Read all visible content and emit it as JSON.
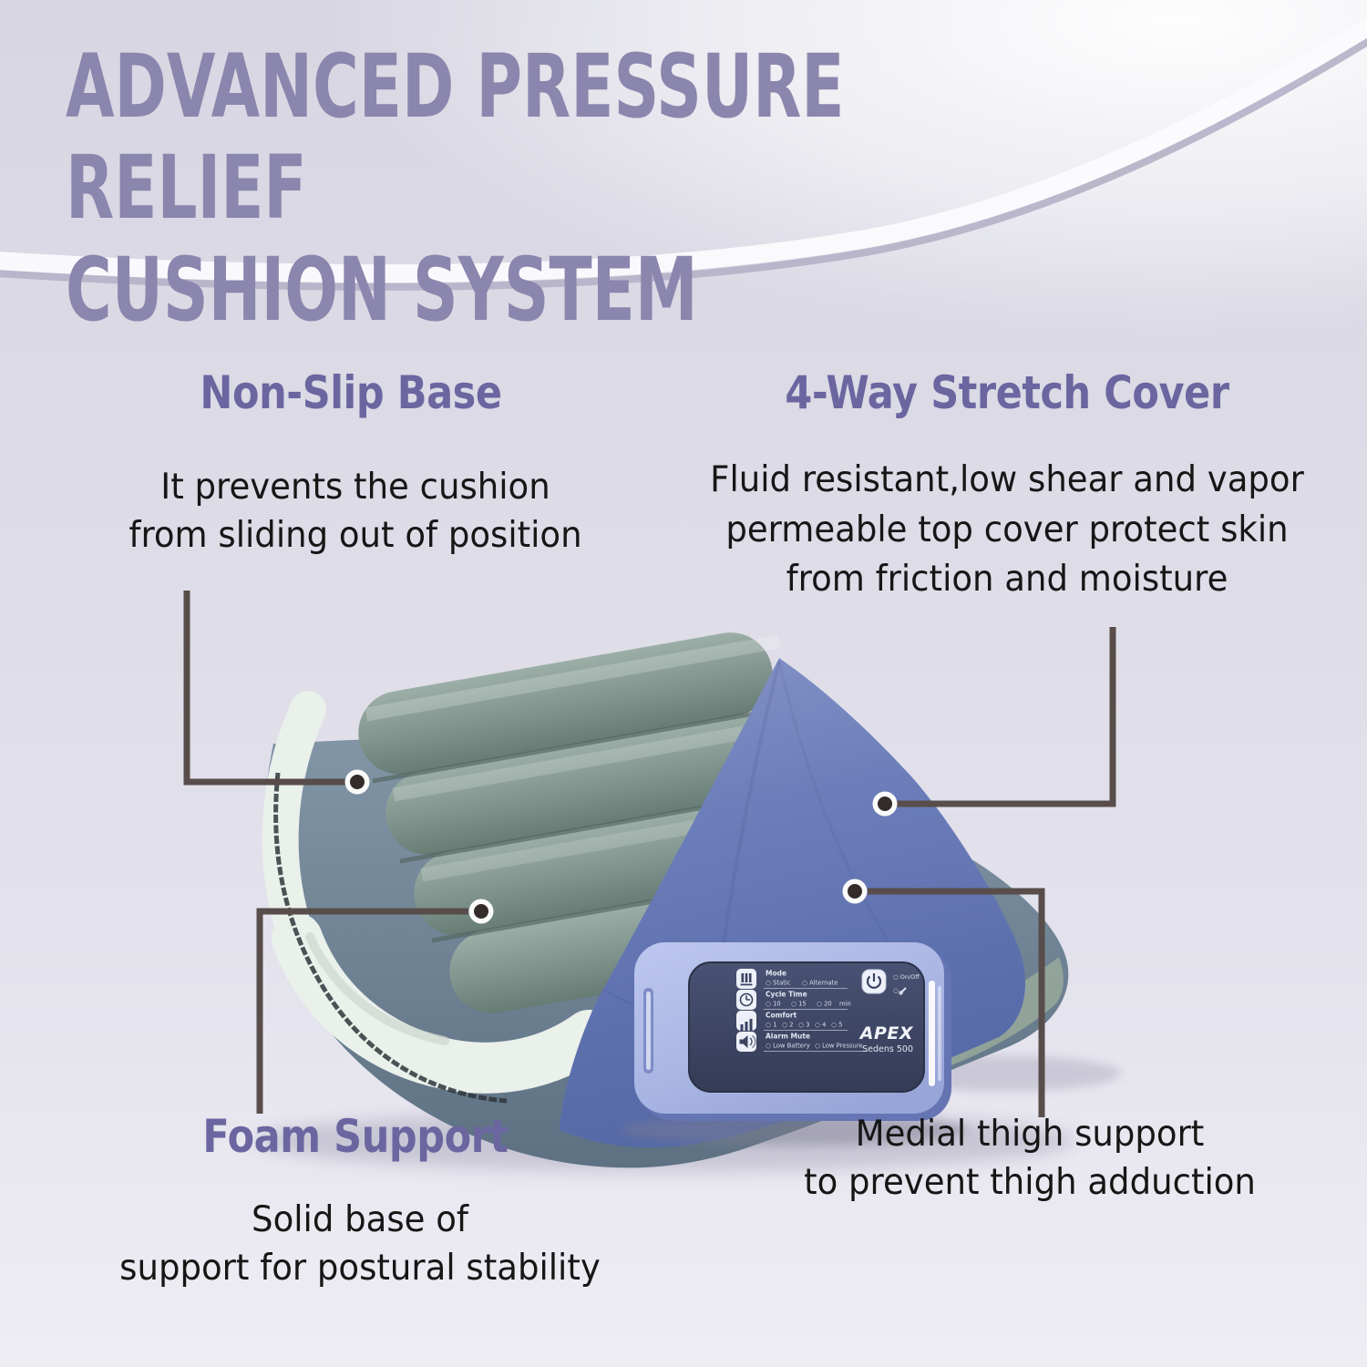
{
  "title": "ADVANCED PRESSURE RELIEF\nCUSHION SYSTEM",
  "callouts": {
    "non_slip_base": {
      "heading": "Non-Slip Base",
      "body": "It prevents the cushion\nfrom sliding out of position"
    },
    "stretch_cover": {
      "heading": "4-Way Stretch Cover",
      "body": "Fluid resistant,low shear and vapor\npermeable top cover protect skin\nfrom friction and moisture"
    },
    "foam_support": {
      "heading": "Foam Support",
      "body": "Solid base of\nsupport for postural stability"
    },
    "medial_thigh": {
      "body": "Medial thigh support\nto prevent thigh adduction"
    }
  },
  "pump": {
    "brand": "APEX",
    "model": "Sedens 500",
    "rows": [
      {
        "icon": "mattress-cells-icon",
        "label": "Mode",
        "options": [
          "○ Static",
          "○ Alternate"
        ]
      },
      {
        "icon": "cycle-time-clock-icon",
        "label": "Cycle Time",
        "options": [
          "○ 10",
          "○ 15",
          "○ 20",
          "min"
        ]
      },
      {
        "icon": "comfort-level-bars-icon",
        "label": "Comfort",
        "options": [
          "○ 1",
          "○ 2",
          "○ 3",
          "○ 4",
          "○ 5"
        ]
      },
      {
        "icon": "alarm-mute-speaker-icon",
        "label": "Alarm Mute",
        "options": [
          "○ Low Battery",
          "○ Low Pressure"
        ]
      }
    ],
    "indicators": {
      "on_off": "○ On/Off",
      "service": "○"
    }
  },
  "colors": {
    "title": "#8b86ad",
    "heading": "#6b66a0",
    "body_text": "#161616",
    "leader_line": "#584d4a",
    "cover_blue": "#6476b2",
    "tube_green": "#7f948d",
    "pump_body": "#aab6e2",
    "pump_panel": "#3c4463"
  }
}
